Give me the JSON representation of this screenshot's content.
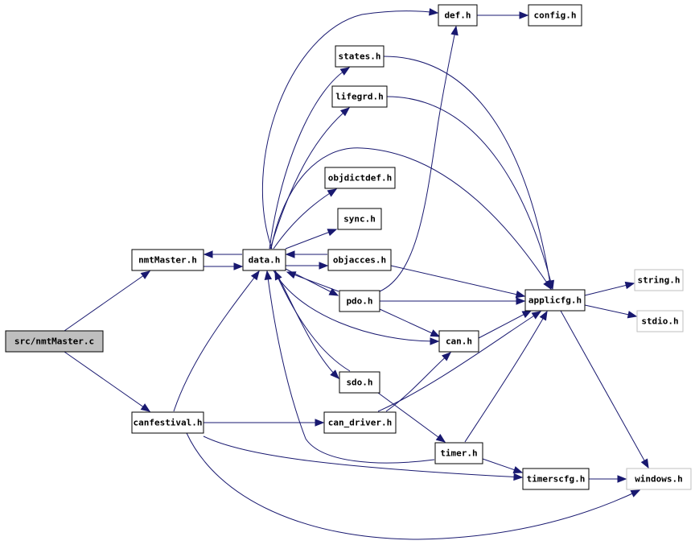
{
  "graph": {
    "nodes": [
      {
        "id": "nmtmaster_c",
        "label": "src/nmtMaster.c",
        "kind": "root"
      },
      {
        "id": "nmtmaster_h",
        "label": "nmtMaster.h",
        "kind": "normal"
      },
      {
        "id": "data_h",
        "label": "data.h",
        "kind": "normal"
      },
      {
        "id": "canfestival_h",
        "label": "canfestival.h",
        "kind": "normal"
      },
      {
        "id": "def_h",
        "label": "def.h",
        "kind": "normal"
      },
      {
        "id": "config_h",
        "label": "config.h",
        "kind": "normal"
      },
      {
        "id": "states_h",
        "label": "states.h",
        "kind": "normal"
      },
      {
        "id": "lifegrd_h",
        "label": "lifegrd.h",
        "kind": "normal"
      },
      {
        "id": "objdictdef_h",
        "label": "objdictdef.h",
        "kind": "normal"
      },
      {
        "id": "sync_h",
        "label": "sync.h",
        "kind": "normal"
      },
      {
        "id": "objacces_h",
        "label": "objacces.h",
        "kind": "normal"
      },
      {
        "id": "pdo_h",
        "label": "pdo.h",
        "kind": "normal"
      },
      {
        "id": "sdo_h",
        "label": "sdo.h",
        "kind": "normal"
      },
      {
        "id": "can_driver_h",
        "label": "can_driver.h",
        "kind": "normal"
      },
      {
        "id": "can_h",
        "label": "can.h",
        "kind": "normal"
      },
      {
        "id": "applicfg_h",
        "label": "applicfg.h",
        "kind": "normal"
      },
      {
        "id": "timer_h",
        "label": "timer.h",
        "kind": "normal"
      },
      {
        "id": "timerscfg_h",
        "label": "timerscfg.h",
        "kind": "normal"
      },
      {
        "id": "string_h",
        "label": "string.h",
        "kind": "external"
      },
      {
        "id": "stdio_h",
        "label": "stdio.h",
        "kind": "external"
      },
      {
        "id": "windows_h",
        "label": "windows.h",
        "kind": "external"
      }
    ],
    "colors": {
      "edge": "#191970",
      "root_fill": "#bfbfbf",
      "external_border": "#bfbfbf"
    }
  }
}
